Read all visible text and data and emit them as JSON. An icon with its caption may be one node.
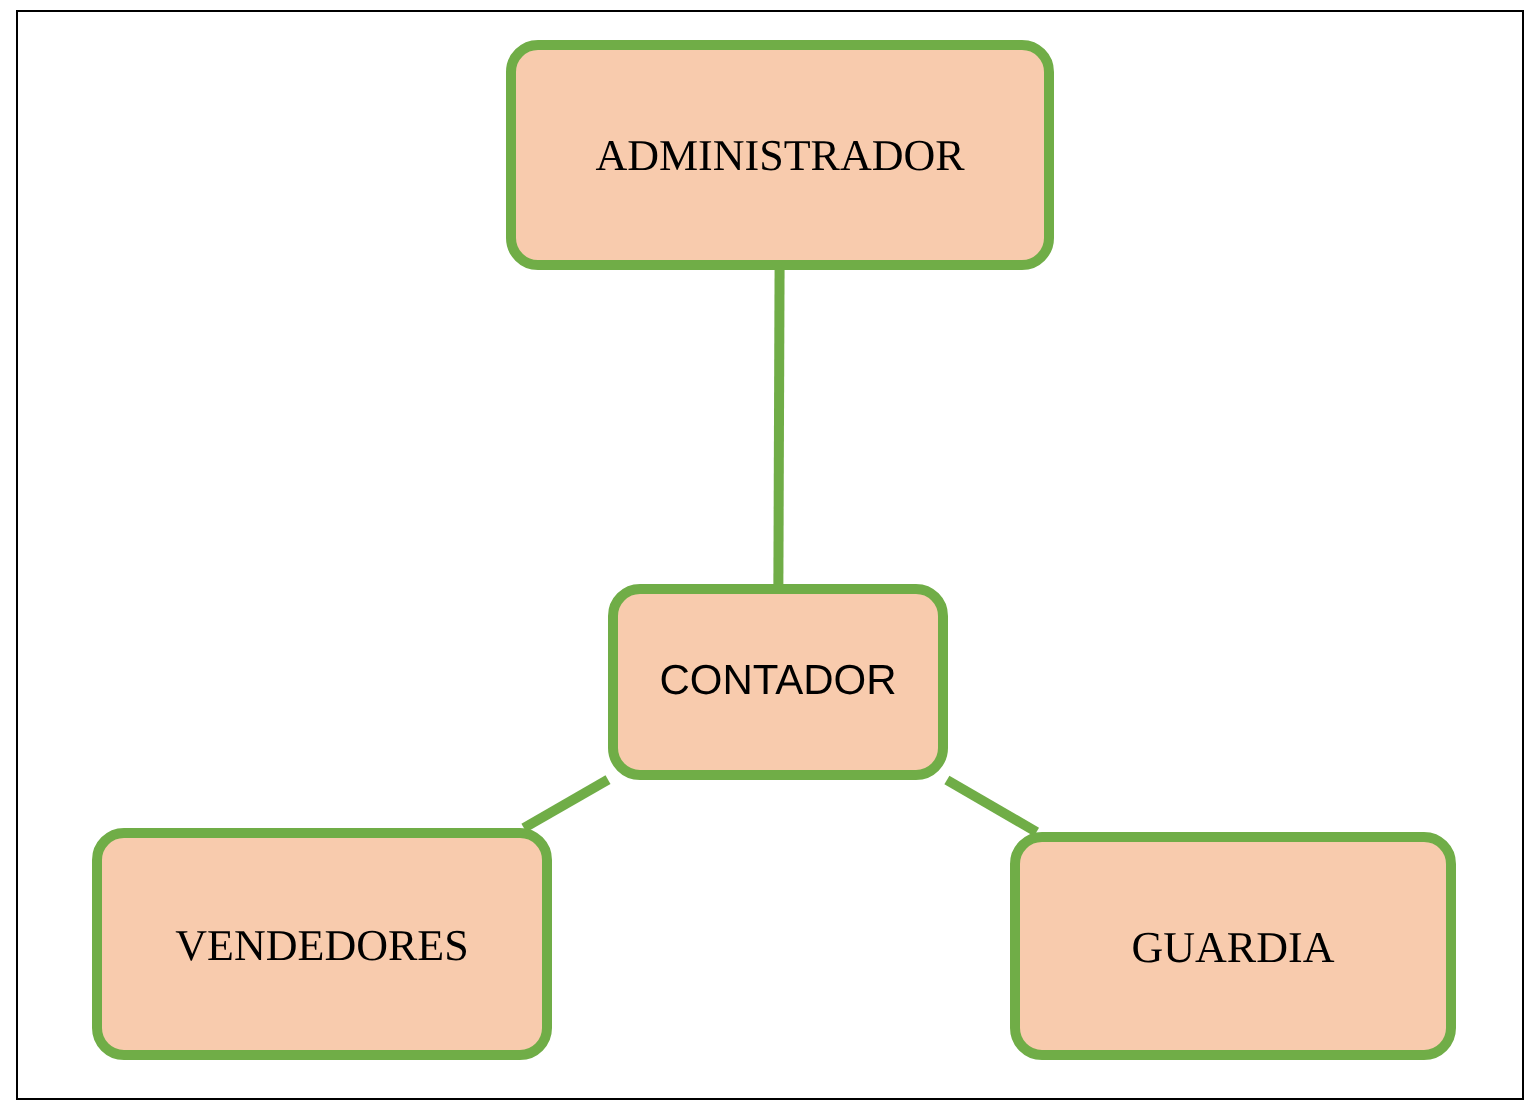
{
  "diagram": {
    "nodes": [
      {
        "text": [
          "ADMINISTRADOR"
        ]
      },
      {
        "text": [
          "CONTADOR"
        ]
      },
      {
        "text": [
          "VENDEDORES"
        ]
      },
      {
        "text": [
          "GUARDIA"
        ]
      }
    ],
    "edges": [
      {
        "from": 0,
        "to": 1,
        "arrow": "none"
      },
      {
        "from": 1,
        "to": 2,
        "arrow": "none"
      },
      {
        "from": 1,
        "to": 3,
        "arrow": "none"
      }
    ]
  }
}
